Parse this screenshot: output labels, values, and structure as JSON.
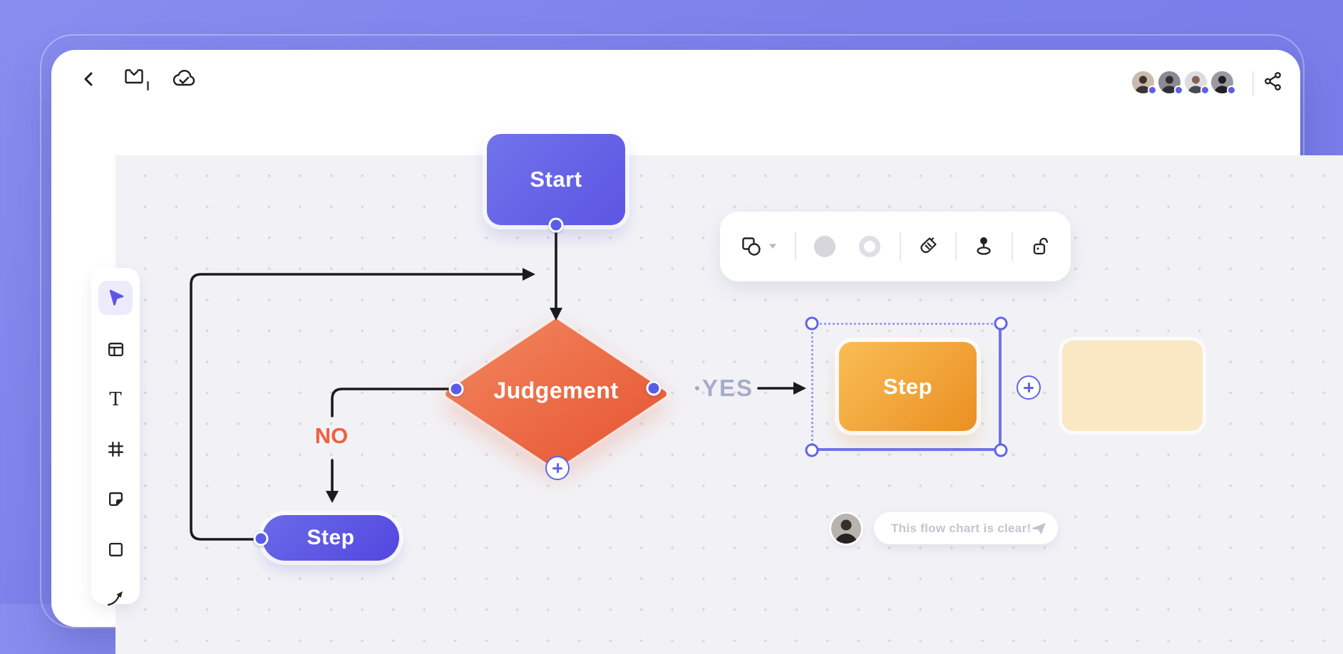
{
  "colors": {
    "background": "#7B80EA",
    "canvas": "#F2F2F6",
    "canvas_dot": "#D8D8E2",
    "accent_blue": "#5B5CE8",
    "node_purple_gradient": [
      "#7173EB",
      "#5D55E3"
    ],
    "diamond_gradient": [
      "#F2855F",
      "#E65330"
    ],
    "orange_gradient": [
      "#F8BE55",
      "#EB8F22"
    ],
    "ghost_fill": "#FAE7C4",
    "no_label_color": "#F15F42",
    "yes_label_color": "#A6ACC9",
    "connector_line": "#1B1B1F"
  },
  "topbar": {
    "icons": [
      "back-chevron",
      "save-board",
      "cloud-synced",
      "share"
    ],
    "collaborators": [
      {
        "status_color": "#5B5FE8"
      },
      {
        "status_color": "#5B5FE8"
      },
      {
        "status_color": "#5B5FE8"
      },
      {
        "status_color": "#5B5FE8"
      }
    ]
  },
  "sidebar": {
    "tools": [
      {
        "id": "select",
        "icon": "cursor-icon",
        "active": true
      },
      {
        "id": "table",
        "icon": "table-icon",
        "active": false
      },
      {
        "id": "text",
        "icon": "text-icon",
        "active": false,
        "glyph": "T"
      },
      {
        "id": "frame",
        "icon": "frame-icon",
        "active": false
      },
      {
        "id": "sticky-note",
        "icon": "sticky-note-icon",
        "active": false
      },
      {
        "id": "shape",
        "icon": "square-icon",
        "active": false
      },
      {
        "id": "connector",
        "icon": "connector-arrow-icon",
        "active": false
      }
    ]
  },
  "context_toolbar": {
    "items": [
      "shapes",
      "shapes-dropdown",
      "fill-color",
      "stroke-color",
      "format-brush",
      "stamp",
      "unlock"
    ]
  },
  "flowchart": {
    "nodes": {
      "start": {
        "label": "Start"
      },
      "judgement": {
        "label": "Judgement"
      },
      "step_no": {
        "label": "Step"
      },
      "step_yes": {
        "label": "Step",
        "selected": true
      },
      "ghost": {
        "label": ""
      }
    },
    "labels": {
      "yes": "YES",
      "no": "NO"
    }
  },
  "comment": {
    "text": "This flow chart is clear!",
    "icon": "send"
  }
}
